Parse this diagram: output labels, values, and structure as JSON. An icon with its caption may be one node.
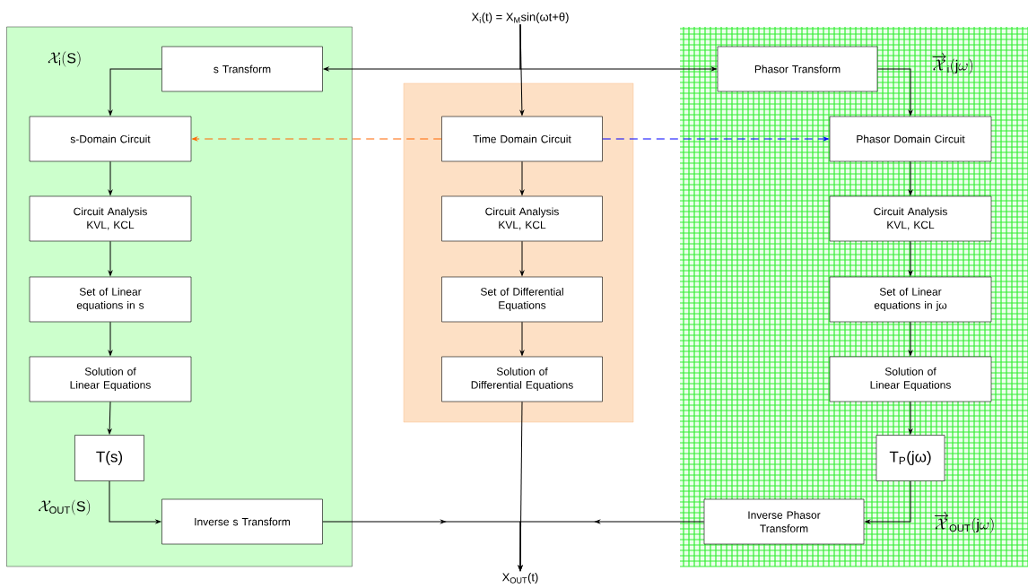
{
  "diagram": {
    "nodes": [
      {
        "text": [],
        "shape": "box"
      },
      {
        "text": [],
        "shape": "box"
      },
      {
        "text": [],
        "shape": "box"
      },
      {
        "text": [
          "X$_{i}$(t) = X$_{M}$sin(ωt+θ)"
        ]
      },
      {
        "text": [
          "s Transform"
        ],
        "in": 0
      },
      {
        "text": [
          "s-Domain Circuit"
        ],
        "in": 0
      },
      {
        "text": [
          "Circuit Analysis KVL, KCL"
        ],
        "in": 0
      },
      {
        "text": [
          "Set of Linear equations in s"
        ],
        "in": 0
      },
      {
        "text": [
          "Solution of Linear Equations"
        ],
        "in": 0
      },
      {
        "text": [
          "T(s)"
        ],
        "in": 0
      },
      {
        "text": [
          "Inverse s Transform"
        ],
        "in": 0
      },
      {
        "text": [
          "Time Domain Circuit"
        ],
        "in": 1
      },
      {
        "text": [
          "Circuit Analysis KVL, KCL"
        ],
        "in": 1
      },
      {
        "text": [
          "Set of Differential Equations"
        ],
        "in": 1
      },
      {
        "text": [
          "Solution of Differential Equations"
        ],
        "in": 1
      },
      {
        "text": [
          "Phasor Transform"
        ],
        "in": 2
      },
      {
        "text": [
          "Phasor Domain Circuit"
        ],
        "in": 2
      },
      {
        "text": [
          "Circuit Analysis KVL, KCL"
        ],
        "in": 2
      },
      {
        "text": [
          "Set of Linear equations in jω"
        ],
        "in": 2
      },
      {
        "text": [
          "Solution of Linear Equations"
        ],
        "in": 2
      },
      {
        "text": [
          "T$_{P}$(jω)"
        ],
        "in": 2
      },
      {
        "text": [
          "Inverse Phasor Transform"
        ],
        "in": 2
      },
      {
        "text": [
          "X$_{OUT}$(t)"
        ]
      }
    ],
    "edges": [
      {
        "from": 3,
        "to": 11,
        "arrow": "to"
      },
      {
        "from": 3,
        "to": 4,
        "arrow": "to"
      },
      {
        "from": 3,
        "to": 15,
        "arrow": "to"
      },
      {
        "from": 4,
        "to": 5,
        "arrow": "to"
      },
      {
        "from": 5,
        "to": 6,
        "arrow": "to"
      },
      {
        "from": 6,
        "to": 7,
        "arrow": "to"
      },
      {
        "from": 7,
        "to": 8,
        "arrow": "to"
      },
      {
        "from": 8,
        "to": 9,
        "arrow": "to"
      },
      {
        "from": 9,
        "to": 10,
        "arrow": "to"
      },
      {
        "from": 11,
        "to": 12,
        "arrow": "to"
      },
      {
        "from": 12,
        "to": 13,
        "arrow": "to"
      },
      {
        "from": 13,
        "to": 14,
        "arrow": "to"
      },
      {
        "from": 15,
        "to": 16,
        "arrow": "to"
      },
      {
        "from": 16,
        "to": 17,
        "arrow": "to"
      },
      {
        "from": 17,
        "to": 18,
        "arrow": "to"
      },
      {
        "from": 18,
        "to": 19,
        "arrow": "to"
      },
      {
        "from": 19,
        "to": 20,
        "arrow": "to"
      },
      {
        "from": 20,
        "to": 21,
        "arrow": "to"
      },
      {
        "from": 11,
        "to": 5,
        "arrow": "to",
        "style": "dashed",
        "color": "#ff6600"
      },
      {
        "from": 11,
        "to": 16,
        "arrow": "to",
        "style": "dashed",
        "color": "#0000ff"
      },
      {
        "from": 10,
        "to": 22,
        "arrow": "to"
      },
      {
        "from": 21,
        "to": 22,
        "arrow": "to"
      },
      {
        "from": 14,
        "to": 22,
        "arrow": "to"
      }
    ],
    "labels": [
      "\\mathcal{X}_{\\mathrm{i}}(\\mathrm{S})",
      "\\overrightarrow{\\mathcal{X}}_{\\mathrm{i}}(\\mathrm{j}\\omega)",
      "\\mathcal{X}_{\\mathrm{OUT}}(\\mathrm{S})",
      "\\overrightarrow{\\mathcal{X}}_{\\mathrm{OUT}}(\\mathrm{j}\\omega)"
    ]
  }
}
